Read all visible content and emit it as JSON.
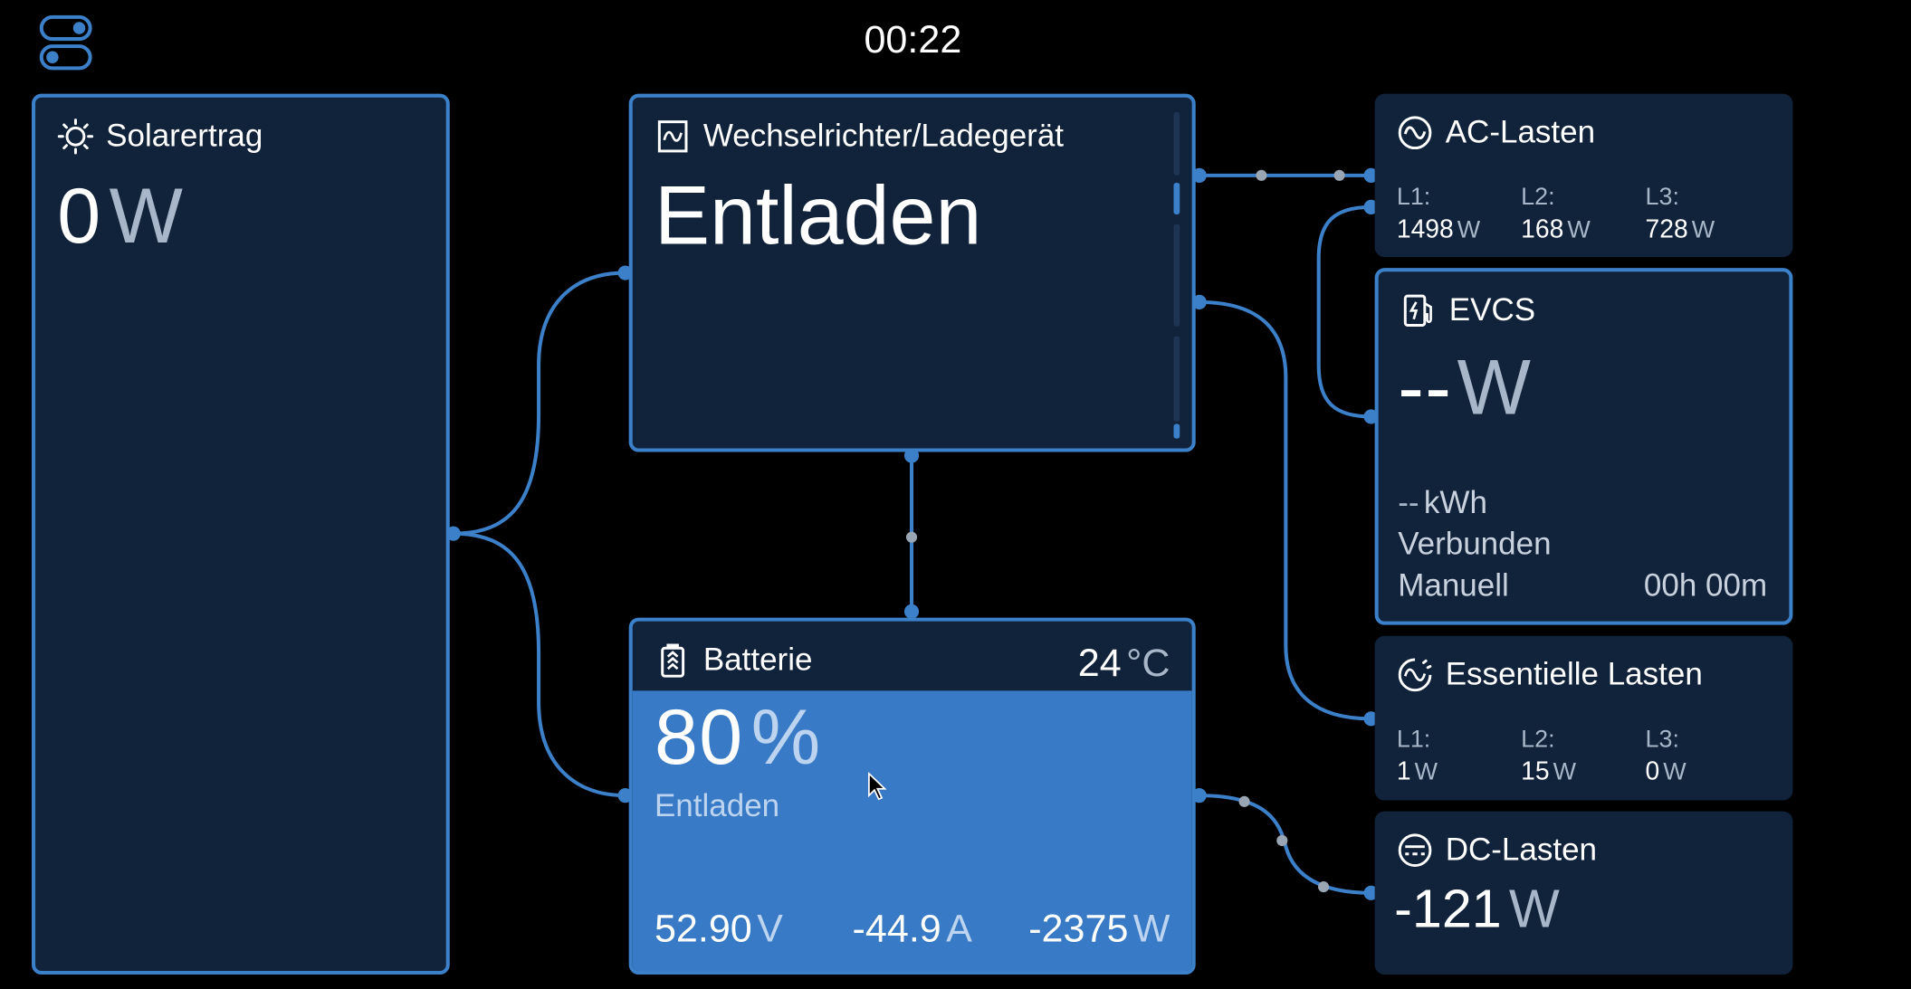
{
  "clock": "00:22",
  "solar": {
    "title": "Solarertrag",
    "value": "0",
    "unit": "W"
  },
  "inverter": {
    "title": "Wechselrichter/Ladegerät",
    "state": "Entladen"
  },
  "ac_loads": {
    "title": "AC-Lasten",
    "phases": [
      {
        "label": "L1:",
        "value": "1498",
        "unit": "W"
      },
      {
        "label": "L2:",
        "value": "168",
        "unit": "W"
      },
      {
        "label": "L3:",
        "value": "728",
        "unit": "W"
      }
    ]
  },
  "evcs": {
    "title": "EVCS",
    "value": "--",
    "unit": "W",
    "energy_value": "--",
    "energy_unit": "kWh",
    "status": "Verbunden",
    "mode": "Manuell",
    "time": "00h 00m"
  },
  "essential_loads": {
    "title": "Essentielle Lasten",
    "phases": [
      {
        "label": "L1:",
        "value": "1",
        "unit": "W"
      },
      {
        "label": "L2:",
        "value": "15",
        "unit": "W"
      },
      {
        "label": "L3:",
        "value": "0",
        "unit": "W"
      }
    ]
  },
  "dc_loads": {
    "title": "DC-Lasten",
    "value": "-121",
    "unit": "W"
  },
  "battery": {
    "title": "Batterie",
    "temp_value": "24",
    "temp_unit": "°C",
    "soc": "80",
    "soc_unit": "%",
    "soc_fraction": 0.8,
    "state": "Entladen",
    "voltage": "52.90",
    "voltage_unit": "V",
    "current": "-44.9",
    "current_unit": "A",
    "power": "-2375",
    "power_unit": "W"
  },
  "colors": {
    "background": "#000000",
    "panel": "#11233a",
    "accent": "#3b80c9",
    "battery_fill": "#387ac5",
    "muted": "#a7b6c8"
  },
  "icons": [
    "toggle-icon",
    "sun-icon",
    "inverter-icon",
    "sine-wave-icon",
    "ev-charger-icon",
    "essential-loads-icon",
    "dc-loads-icon",
    "battery-icon",
    "cursor-icon"
  ]
}
